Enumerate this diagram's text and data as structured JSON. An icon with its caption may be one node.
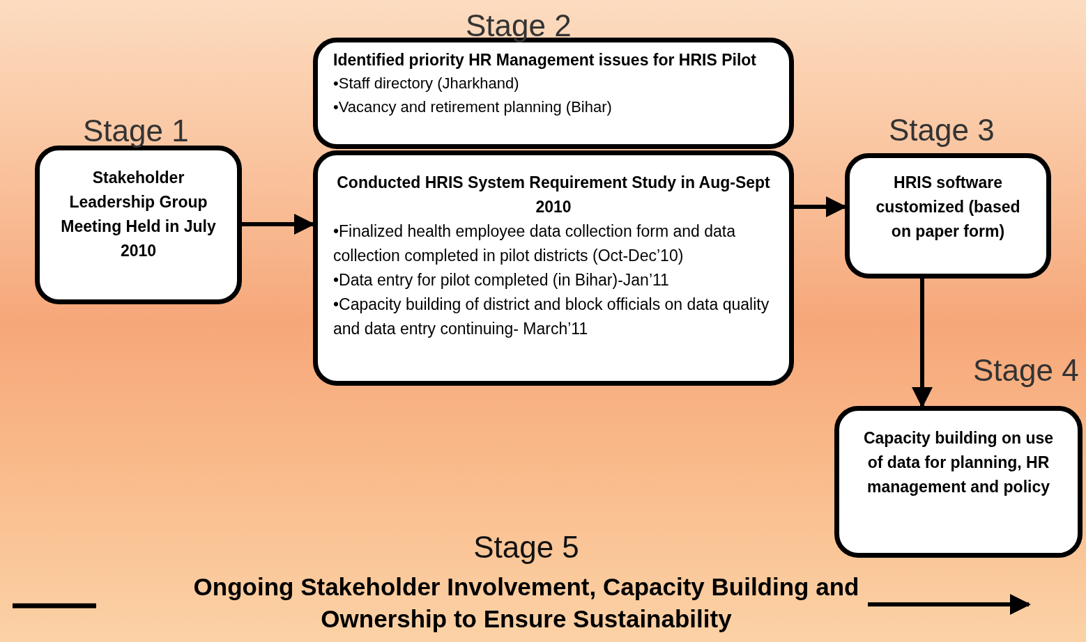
{
  "diagram": {
    "nodes": [
      {
        "text": [
          "Stage 1",
          "Stakeholder Leadership Group Meeting Held in July 2010"
        ]
      },
      {
        "text": [
          "Stage 2",
          "Identified priority HR Management issues for HRIS Pilot",
          "•Staff directory (Jharkhand)",
          "•Vacancy and retirement planning (Bihar)"
        ]
      },
      {
        "text": [
          "Conducted HRIS System Requirement Study in Aug-Sept 2010",
          "•Finalized health employee data collection form and data collection completed in pilot districts (Oct-Dec’10)",
          "•Data entry for pilot completed (in Bihar)-Jan’11",
          "•Capacity building of district and block officials on data quality and data entry continuing- March’11"
        ]
      },
      {
        "text": [
          "Stage 3",
          "HRIS software customized (based on paper form)"
        ]
      },
      {
        "text": [
          "Stage 4",
          "Capacity building on use of data for planning, HR management and policy"
        ]
      }
    ],
    "edges": [
      {
        "from": 0,
        "to": 2,
        "arrow": "to"
      },
      {
        "from": 2,
        "to": 3,
        "arrow": "to"
      },
      {
        "from": 3,
        "to": 4,
        "arrow": "to"
      }
    ],
    "labels": [
      "Stage 5",
      "Ongoing Stakeholder Involvement, Capacity Building and Ownership to Ensure Sustainability"
    ]
  }
}
